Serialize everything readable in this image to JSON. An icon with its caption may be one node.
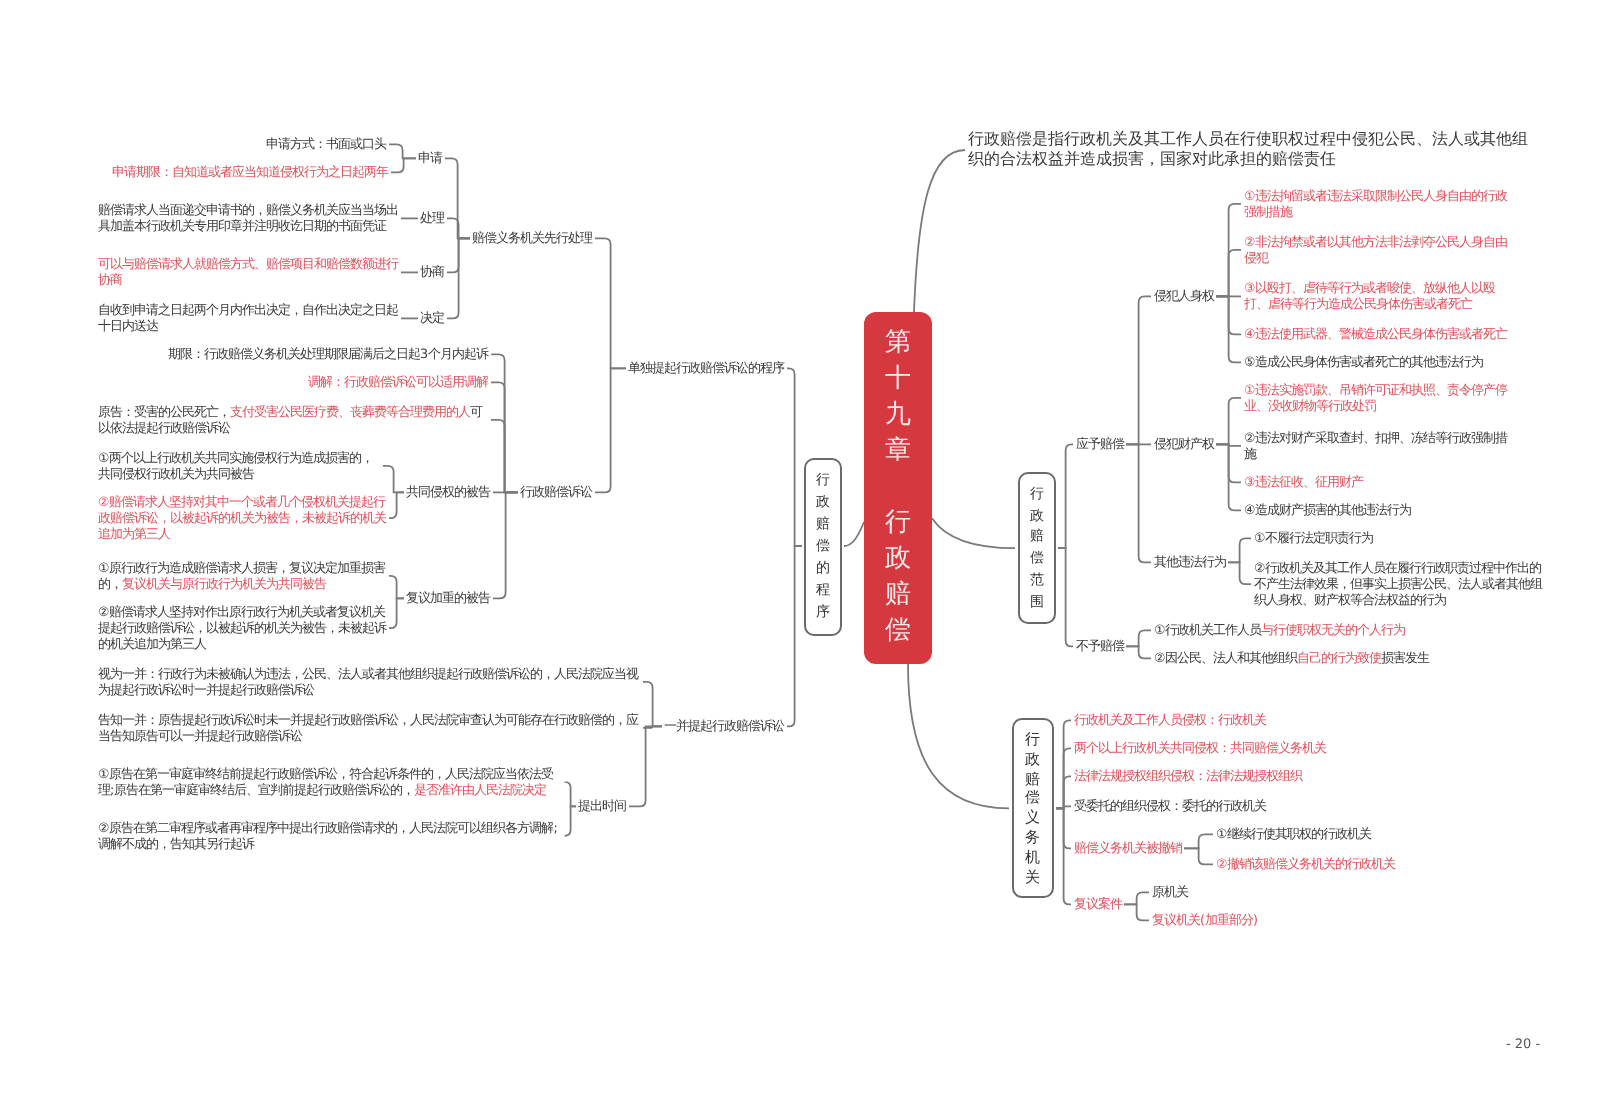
{
  "diagram": {
    "nodes": [
      {
        "text": [
          "第十九章",
          "行政赔偿"
        ]
      },
      {
        "text": [
          "行政赔偿的程序"
        ]
      },
      {
        "text": [
          "单独提起行政赔偿诉讼的程序"
        ]
      },
      {
        "text": [
          "赔偿义务机关先行处理"
        ]
      },
      {
        "text": [
          "申请"
        ]
      },
      {
        "text": [
          "申请方式：书面或口头"
        ]
      },
      {
        "text": [
          "申请期限：自知道或者应当知道侵权行为之日起两年"
        ]
      },
      {
        "text": [
          "处理"
        ]
      },
      {
        "text": [
          "赔偿请求人当面递交申请书的，赔偿义务机关应当当场出具加盖本行政机关专用印章并注明收讫日期的书面凭证"
        ]
      },
      {
        "text": [
          "协商"
        ]
      },
      {
        "text": [
          "可以与赔偿请求人就赔偿方式、赔偿项目和赔偿数额进行协商"
        ]
      },
      {
        "text": [
          "决定"
        ]
      },
      {
        "text": [
          "自收到申请之日起两个月内作出决定，自作出决定之日起十日内送达"
        ]
      },
      {
        "text": [
          "行政赔偿诉讼"
        ]
      },
      {
        "text": [
          "期限：行政赔偿义务机关处理期限届满后之日起3个月内起诉"
        ]
      },
      {
        "text": [
          "调解：行政赔偿诉讼可以适用调解"
        ]
      },
      {
        "text": [
          "原告：受害的公民死亡，支付受害公民医疗费、丧葬费等合理费用的人可以依法提起行政赔偿诉讼"
        ]
      },
      {
        "text": [
          "共同侵权的被告"
        ]
      },
      {
        "text": [
          "①两个以上行政机关共同实施侵权行为造成损害的，共同侵权行政机关为共同被告"
        ]
      },
      {
        "text": [
          "②赔偿请求人坚持对其中一个或者几个侵权机关提起行政赔偿诉讼，以被起诉的机关为被告，未被起诉的机关追加为第三人"
        ]
      },
      {
        "text": [
          "复议加重的被告"
        ]
      },
      {
        "text": [
          "①原行政行为造成赔偿请求人损害，复议决定加重损害的，复议机关与原行政行为机关为共同被告"
        ]
      },
      {
        "text": [
          "②赔偿请求人坚持对作出原行政行为机关或者复议机关提起行政赔偿诉讼，以被起诉的机关为被告，未被起诉的机关追加为第三人"
        ]
      },
      {
        "text": [
          "一并提起行政赔偿诉讼"
        ]
      },
      {
        "text": [
          "视为一并：行政行为未被确认为违法，公民、法人或者其他组织提起行政赔偿诉讼的，人民法院应当视为提起行政诉讼时一并提起行政赔偿诉讼"
        ]
      },
      {
        "text": [
          "告知一并：原告提起行政诉讼时未一并提起行政赔偿诉讼，人民法院审查认为可能存在行政赔偿的，应当告知原告可以一并提起行政赔偿诉讼"
        ]
      },
      {
        "text": [
          "提出时间"
        ]
      },
      {
        "text": [
          "①原告在第一审庭审终结前提起行政赔偿诉讼，符合起诉条件的，人民法院应当依法受理;原告在第一审庭审终结后、宣判前提起行政赔偿诉讼的，是否准许由人民法院决定"
        ]
      },
      {
        "text": [
          "②原告在第二审程序或者再审程序中提出行政赔偿请求的，人民法院可以组织各方调解;调解不成的，告知其另行起诉"
        ]
      },
      {
        "text": [
          "行政赔偿是指行政机关及其工作人员在行使职权过程中侵犯公民、法人或其他组织的合法权益并造成损害，国家对此承担的赔偿责任"
        ]
      },
      {
        "text": [
          "行政赔偿范围"
        ]
      },
      {
        "text": [
          "应予赔偿"
        ]
      },
      {
        "text": [
          "侵犯人身权"
        ]
      },
      {
        "text": [
          "①违法拘留或者违法采取限制公民人身自由的行政强制措施"
        ]
      },
      {
        "text": [
          "②非法拘禁或者以其他方法非法剥夺公民人身自由侵犯"
        ]
      },
      {
        "text": [
          "③以殴打、虐待等行为或者唆使、放纵他人以殴打、虐待等行为造成公民身体伤害或者死亡"
        ]
      },
      {
        "text": [
          "④违法使用武器、警械造成公民身体伤害或者死亡"
        ]
      },
      {
        "text": [
          "⑤造成公民身体伤害或者死亡的其他违法行为"
        ]
      },
      {
        "text": [
          "侵犯财产权"
        ]
      },
      {
        "text": [
          "①违法实施罚款、吊销许可证和执照、责令停产停业、没收财物等行政处罚"
        ]
      },
      {
        "text": [
          "②违法对财产采取查封、扣押、冻结等行政强制措施"
        ]
      },
      {
        "text": [
          "③违法征收、征用财产"
        ]
      },
      {
        "text": [
          "④造成财产损害的其他违法行为"
        ]
      },
      {
        "text": [
          "其他违法行为"
        ]
      },
      {
        "text": [
          "①不履行法定职责行为"
        ]
      },
      {
        "text": [
          "②行政机关及其工作人员在履行行政职责过程中作出的不产生法律效果，但事实上损害公民、法人或者其他组织人身权、财产权等合法权益的行为"
        ]
      },
      {
        "text": [
          "不予赔偿"
        ]
      },
      {
        "text": [
          "①行政机关工作人员与行使职权无关的个人行为"
        ]
      },
      {
        "text": [
          "②因公民、法人和其他组织自己的行为致使损害发生"
        ]
      },
      {
        "text": [
          "行政赔偿义务机关"
        ]
      },
      {
        "text": [
          "行政机关及工作人员侵权：行政机关"
        ]
      },
      {
        "text": [
          "两个以上行政机关共同侵权：共同赔偿义务机关"
        ]
      },
      {
        "text": [
          "法律法规授权组织侵权：法律法规授权组织"
        ]
      },
      {
        "text": [
          "受委托的组织侵权：委托的行政机关"
        ]
      },
      {
        "text": [
          "赔偿义务机关被撤销"
        ]
      },
      {
        "text": [
          "①继续行使其职权的行政机关"
        ]
      },
      {
        "text": [
          "②撤销该赔偿义务机关的行政机关"
        ]
      },
      {
        "text": [
          "复议案件"
        ]
      },
      {
        "text": [
          "原机关"
        ]
      },
      {
        "text": [
          "复议机关(加重部分)"
        ]
      }
    ],
    "edges": [
      {
        "from": 0,
        "to": 1,
        "arrow": "none"
      },
      {
        "from": 1,
        "to": 2,
        "arrow": "none"
      },
      {
        "from": 2,
        "to": 3,
        "arrow": "none"
      },
      {
        "from": 3,
        "to": 4,
        "arrow": "none"
      },
      {
        "from": 4,
        "to": 5,
        "arrow": "none"
      },
      {
        "from": 4,
        "to": 6,
        "arrow": "none"
      },
      {
        "from": 3,
        "to": 7,
        "arrow": "none"
      },
      {
        "from": 7,
        "to": 8,
        "arrow": "none"
      },
      {
        "from": 3,
        "to": 9,
        "arrow": "none"
      },
      {
        "from": 9,
        "to": 10,
        "arrow": "none"
      },
      {
        "from": 3,
        "to": 11,
        "arrow": "none"
      },
      {
        "from": 11,
        "to": 12,
        "arrow": "none"
      },
      {
        "from": 2,
        "to": 13,
        "arrow": "none"
      },
      {
        "from": 13,
        "to": 14,
        "arrow": "none"
      },
      {
        "from": 13,
        "to": 15,
        "arrow": "none"
      },
      {
        "from": 13,
        "to": 16,
        "arrow": "none"
      },
      {
        "from": 13,
        "to": 17,
        "arrow": "none"
      },
      {
        "from": 17,
        "to": 18,
        "arrow": "none"
      },
      {
        "from": 17,
        "to": 19,
        "arrow": "none"
      },
      {
        "from": 13,
        "to": 20,
        "arrow": "none"
      },
      {
        "from": 20,
        "to": 21,
        "arrow": "none"
      },
      {
        "from": 20,
        "to": 22,
        "arrow": "none"
      },
      {
        "from": 1,
        "to": 23,
        "arrow": "none"
      },
      {
        "from": 23,
        "to": 24,
        "arrow": "none"
      },
      {
        "from": 23,
        "to": 25,
        "arrow": "none"
      },
      {
        "from": 23,
        "to": 26,
        "arrow": "none"
      },
      {
        "from": 26,
        "to": 27,
        "arrow": "none"
      },
      {
        "from": 26,
        "to": 28,
        "arrow": "none"
      },
      {
        "from": 0,
        "to": 29,
        "arrow": "none"
      },
      {
        "from": 0,
        "to": 30,
        "arrow": "none"
      },
      {
        "from": 30,
        "to": 31,
        "arrow": "none"
      },
      {
        "from": 31,
        "to": 32,
        "arrow": "none"
      },
      {
        "from": 32,
        "to": 33,
        "arrow": "none"
      },
      {
        "from": 32,
        "to": 34,
        "arrow": "none"
      },
      {
        "from": 32,
        "to": 35,
        "arrow": "none"
      },
      {
        "from": 32,
        "to": 36,
        "arrow": "none"
      },
      {
        "from": 32,
        "to": 37,
        "arrow": "none"
      },
      {
        "from": 31,
        "to": 38,
        "arrow": "none"
      },
      {
        "from": 38,
        "to": 39,
        "arrow": "none"
      },
      {
        "from": 38,
        "to": 40,
        "arrow": "none"
      },
      {
        "from": 38,
        "to": 41,
        "arrow": "none"
      },
      {
        "from": 38,
        "to": 42,
        "arrow": "none"
      },
      {
        "from": 31,
        "to": 43,
        "arrow": "none"
      },
      {
        "from": 43,
        "to": 44,
        "arrow": "none"
      },
      {
        "from": 43,
        "to": 45,
        "arrow": "none"
      },
      {
        "from": 30,
        "to": 46,
        "arrow": "none"
      },
      {
        "from": 46,
        "to": 47,
        "arrow": "none"
      },
      {
        "from": 46,
        "to": 48,
        "arrow": "none"
      },
      {
        "from": 0,
        "to": 49,
        "arrow": "none"
      },
      {
        "from": 49,
        "to": 50,
        "arrow": "none"
      },
      {
        "from": 49,
        "to": 51,
        "arrow": "none"
      },
      {
        "from": 49,
        "to": 52,
        "arrow": "none"
      },
      {
        "from": 49,
        "to": 53,
        "arrow": "none"
      },
      {
        "from": 49,
        "to": 54,
        "arrow": "none"
      },
      {
        "from": 54,
        "to": 55,
        "arrow": "none"
      },
      {
        "from": 54,
        "to": 56,
        "arrow": "none"
      },
      {
        "from": 49,
        "to": 57,
        "arrow": "none"
      },
      {
        "from": 57,
        "to": 58,
        "arrow": "none"
      },
      {
        "from": 57,
        "to": 59,
        "arrow": "none"
      }
    ],
    "labels": [
      "- 20 -"
    ]
  }
}
